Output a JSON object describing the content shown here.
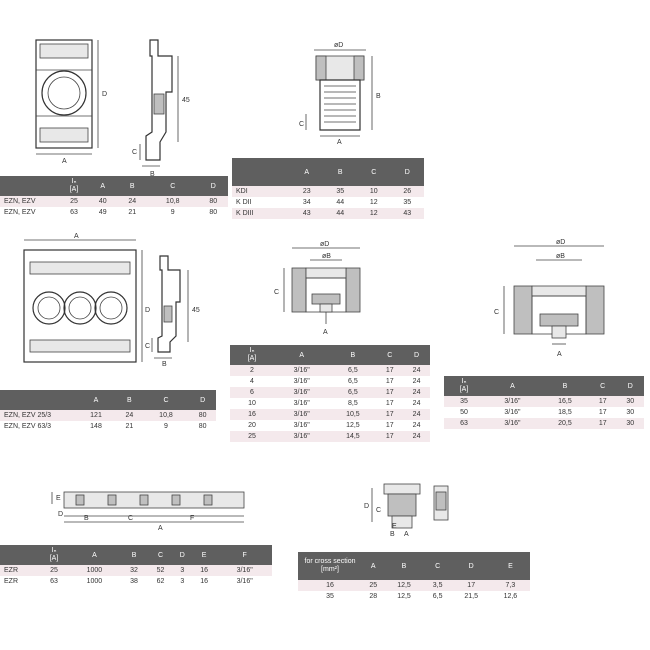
{
  "drawings": {
    "d1": {
      "a": "A",
      "d": "D"
    },
    "d2": {
      "h": "45",
      "b": "B",
      "c": "C"
    },
    "d3": {
      "d": "øD",
      "b": "B",
      "c": "C",
      "a": "A"
    },
    "d4": {
      "a": "A",
      "d": "D"
    },
    "d5": {
      "h": "45",
      "b": "B",
      "c": "C"
    },
    "d6": {
      "d": "øD",
      "b": "øB",
      "c": "C",
      "a": "A"
    },
    "d7": {
      "d": "øD",
      "b": "øB",
      "c": "C",
      "a": "A"
    },
    "d8": {
      "a": "A",
      "b": "B",
      "c": "C",
      "d": "D",
      "e": "E",
      "f": "F"
    },
    "d9": {
      "a": "A",
      "b": "B",
      "c": "C",
      "d": "D",
      "e": "E"
    }
  },
  "tables": {
    "t1": {
      "headers": [
        "",
        "Iₙ\n[A]",
        "A",
        "B",
        "C",
        "D"
      ],
      "rows": [
        [
          "EZN, EZV",
          "25",
          "40",
          "24",
          "10,8",
          "80"
        ],
        [
          "EZN, EZV",
          "63",
          "49",
          "21",
          "9",
          "80"
        ]
      ]
    },
    "t2": {
      "headers": [
        "",
        "A",
        "B",
        "C",
        "D"
      ],
      "rows": [
        [
          "KDI",
          "23",
          "35",
          "10",
          "26"
        ],
        [
          "K DII",
          "34",
          "44",
          "12",
          "35"
        ],
        [
          "K DIII",
          "43",
          "44",
          "12",
          "43"
        ]
      ]
    },
    "t3": {
      "headers": [
        "",
        "A",
        "B",
        "C",
        "D"
      ],
      "rows": [
        [
          "EZN, EZV 25/3",
          "121",
          "24",
          "10,8",
          "80"
        ],
        [
          "EZN, EZV 63/3",
          "148",
          "21",
          "9",
          "80"
        ]
      ]
    },
    "t4": {
      "headers": [
        "Iₙ\n[A]",
        "A",
        "B",
        "C",
        "D"
      ],
      "rows": [
        [
          "2",
          "3/16\"",
          "6,5",
          "17",
          "24"
        ],
        [
          "4",
          "3/16\"",
          "6,5",
          "17",
          "24"
        ],
        [
          "6",
          "3/16\"",
          "6,5",
          "17",
          "24"
        ],
        [
          "10",
          "3/16\"",
          "8,5",
          "17",
          "24"
        ],
        [
          "16",
          "3/16\"",
          "10,5",
          "17",
          "24"
        ],
        [
          "20",
          "3/16\"",
          "12,5",
          "17",
          "24"
        ],
        [
          "25",
          "3/16\"",
          "14,5",
          "17",
          "24"
        ]
      ]
    },
    "t5": {
      "headers": [
        "Iₙ\n[A]",
        "A",
        "B",
        "C",
        "D"
      ],
      "rows": [
        [
          "35",
          "3/16\"",
          "16,5",
          "17",
          "30"
        ],
        [
          "50",
          "3/16\"",
          "18,5",
          "17",
          "30"
        ],
        [
          "63",
          "3/16\"",
          "20,5",
          "17",
          "30"
        ]
      ]
    },
    "t6": {
      "headers": [
        "",
        "Iₙ\n[A]",
        "A",
        "B",
        "C",
        "D",
        "E",
        "F"
      ],
      "rows": [
        [
          "EZR",
          "25",
          "1000",
          "32",
          "52",
          "3",
          "16",
          "3/16\""
        ],
        [
          "EZR",
          "63",
          "1000",
          "38",
          "62",
          "3",
          "16",
          "3/16\""
        ]
      ]
    },
    "t7": {
      "headers": [
        "for cross section\n[mm²]",
        "A",
        "B",
        "C",
        "D",
        "E"
      ],
      "rows": [
        [
          "16",
          "25",
          "12,5",
          "3,5",
          "17",
          "7,3"
        ],
        [
          "35",
          "28",
          "12,5",
          "6,5",
          "21,5",
          "12,6"
        ]
      ]
    }
  }
}
